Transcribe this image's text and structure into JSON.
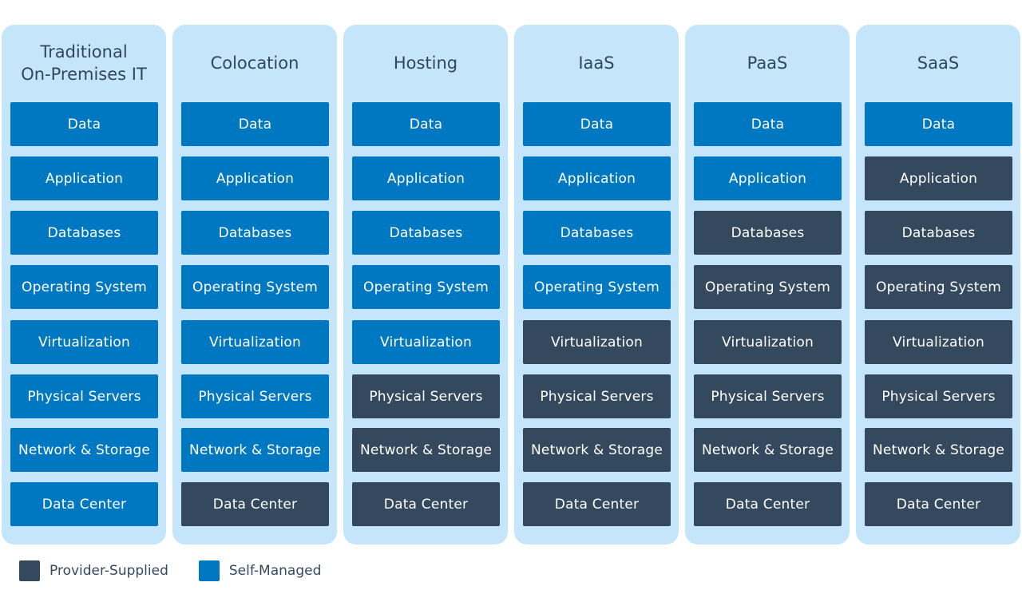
{
  "colors": {
    "self_managed": "#0078c1",
    "provider_supplied": "#34495e",
    "column_background": "#c5e6fa"
  },
  "columns": [
    {
      "title": "Traditional\nOn-Premises IT",
      "layers": [
        {
          "label": "Data",
          "status": "self"
        },
        {
          "label": "Application",
          "status": "self"
        },
        {
          "label": "Databases",
          "status": "self"
        },
        {
          "label": "Operating System",
          "status": "self"
        },
        {
          "label": "Virtualization",
          "status": "self"
        },
        {
          "label": "Physical Servers",
          "status": "self"
        },
        {
          "label": "Network & Storage",
          "status": "self"
        },
        {
          "label": "Data Center",
          "status": "self"
        }
      ]
    },
    {
      "title": "Colocation",
      "layers": [
        {
          "label": "Data",
          "status": "self"
        },
        {
          "label": "Application",
          "status": "self"
        },
        {
          "label": "Databases",
          "status": "self"
        },
        {
          "label": "Operating System",
          "status": "self"
        },
        {
          "label": "Virtualization",
          "status": "self"
        },
        {
          "label": "Physical Servers",
          "status": "self"
        },
        {
          "label": "Network & Storage",
          "status": "self"
        },
        {
          "label": "Data Center",
          "status": "provider"
        }
      ]
    },
    {
      "title": "Hosting",
      "layers": [
        {
          "label": "Data",
          "status": "self"
        },
        {
          "label": "Application",
          "status": "self"
        },
        {
          "label": "Databases",
          "status": "self"
        },
        {
          "label": "Operating System",
          "status": "self"
        },
        {
          "label": "Virtualization",
          "status": "self"
        },
        {
          "label": "Physical Servers",
          "status": "provider"
        },
        {
          "label": "Network & Storage",
          "status": "provider"
        },
        {
          "label": "Data Center",
          "status": "provider"
        }
      ]
    },
    {
      "title": "IaaS",
      "layers": [
        {
          "label": "Data",
          "status": "self"
        },
        {
          "label": "Application",
          "status": "self"
        },
        {
          "label": "Databases",
          "status": "self"
        },
        {
          "label": "Operating System",
          "status": "self"
        },
        {
          "label": "Virtualization",
          "status": "provider"
        },
        {
          "label": "Physical Servers",
          "status": "provider"
        },
        {
          "label": "Network & Storage",
          "status": "provider"
        },
        {
          "label": "Data Center",
          "status": "provider"
        }
      ]
    },
    {
      "title": "PaaS",
      "layers": [
        {
          "label": "Data",
          "status": "self"
        },
        {
          "label": "Application",
          "status": "self"
        },
        {
          "label": "Databases",
          "status": "provider"
        },
        {
          "label": "Operating System",
          "status": "provider"
        },
        {
          "label": "Virtualization",
          "status": "provider"
        },
        {
          "label": "Physical Servers",
          "status": "provider"
        },
        {
          "label": "Network & Storage",
          "status": "provider"
        },
        {
          "label": "Data Center",
          "status": "provider"
        }
      ]
    },
    {
      "title": "SaaS",
      "layers": [
        {
          "label": "Data",
          "status": "self"
        },
        {
          "label": "Application",
          "status": "provider"
        },
        {
          "label": "Databases",
          "status": "provider"
        },
        {
          "label": "Operating System",
          "status": "provider"
        },
        {
          "label": "Virtualization",
          "status": "provider"
        },
        {
          "label": "Physical Servers",
          "status": "provider"
        },
        {
          "label": "Network & Storage",
          "status": "provider"
        },
        {
          "label": "Data Center",
          "status": "provider"
        }
      ]
    }
  ],
  "legend": {
    "provider_label": "Provider-Supplied",
    "self_label": "Self-Managed"
  }
}
